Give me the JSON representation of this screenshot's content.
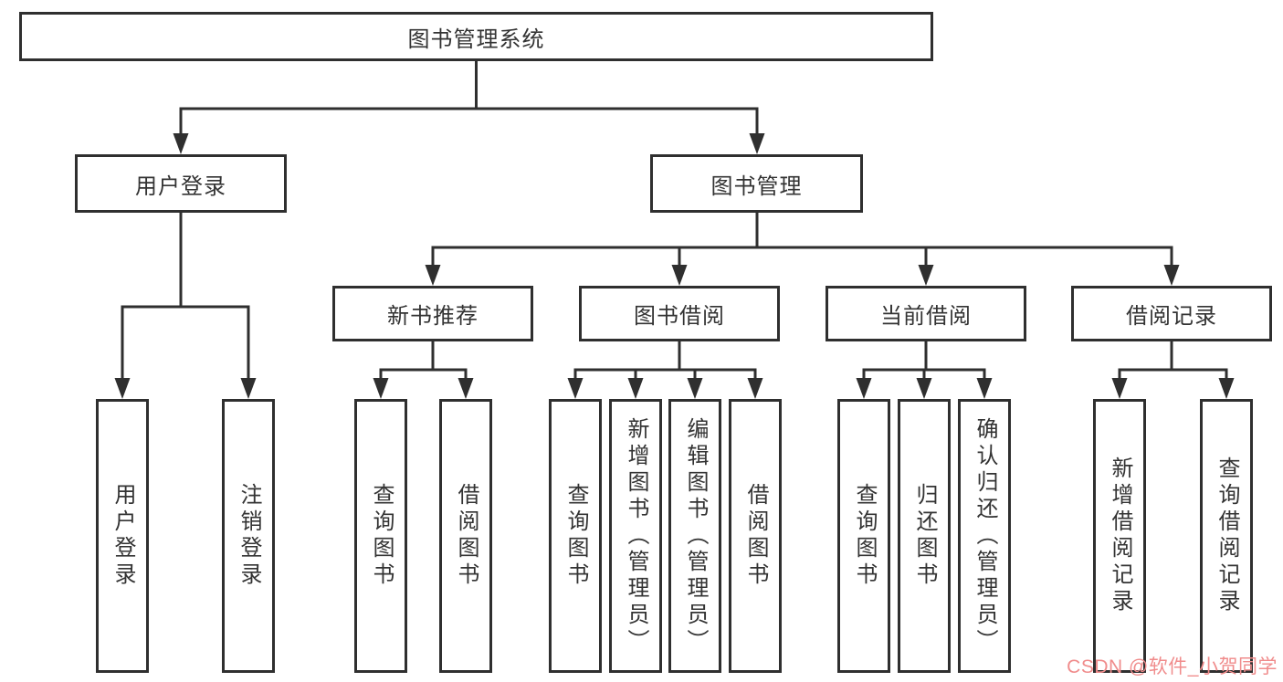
{
  "diagram": {
    "root": {
      "label": "图书管理系统"
    },
    "level2": [
      {
        "label": "用户登录",
        "children": [
          {
            "label": "用户登录"
          },
          {
            "label": "注销登录"
          }
        ]
      },
      {
        "label": "图书管理",
        "groups": [
          {
            "label": "新书推荐",
            "children": [
              {
                "label": "查询图书"
              },
              {
                "label": "借阅图书"
              }
            ]
          },
          {
            "label": "图书借阅",
            "children": [
              {
                "label": "查询图书"
              },
              {
                "label": "新增图书（管理员）"
              },
              {
                "label": "编辑图书（管理员）"
              },
              {
                "label": "借阅图书"
              }
            ]
          },
          {
            "label": "当前借阅",
            "children": [
              {
                "label": "查询图书"
              },
              {
                "label": "归还图书"
              },
              {
                "label": "确认归还（管理员）"
              }
            ]
          },
          {
            "label": "借阅记录",
            "children": [
              {
                "label": "新增借阅记录"
              },
              {
                "label": "查询借阅记录"
              }
            ]
          }
        ]
      }
    ]
  },
  "watermark": {
    "text": "CSDN @软件_小贺同学",
    "color": "#f08c8c"
  },
  "colors": {
    "line": "#2f2f2f",
    "text": "#333333",
    "background": "#ffffff"
  }
}
